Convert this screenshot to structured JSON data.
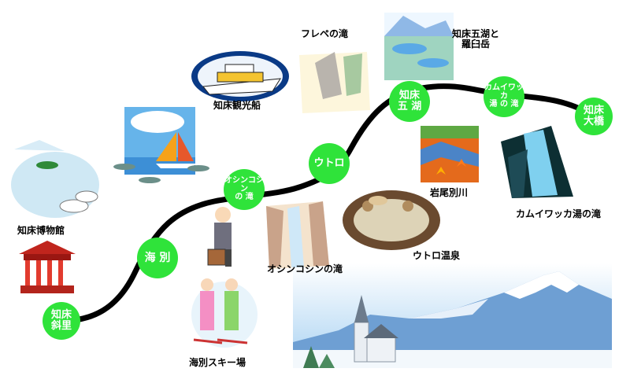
{
  "stops": [
    {
      "id": "shari",
      "lines": [
        "知床",
        "斜里"
      ]
    },
    {
      "id": "kaibetsu",
      "lines": [
        "海 別"
      ]
    },
    {
      "id": "oshinkoshin",
      "lines": [
        "オシンコシン",
        "の 滝"
      ]
    },
    {
      "id": "utoro",
      "lines": [
        "ウトロ"
      ]
    },
    {
      "id": "goko",
      "lines": [
        "知床",
        "五 湖"
      ]
    },
    {
      "id": "kamuiwakka",
      "lines": [
        "カムイワッカ",
        "湯 の 滝"
      ]
    },
    {
      "id": "ohashi",
      "lines": [
        "知床",
        "大橋"
      ]
    }
  ],
  "spots": {
    "museum": "知床博物館",
    "ski": "海別スキー場",
    "cruise": "知床観光船",
    "fureppe": "フレペの滝",
    "goko_rausu": [
      "知床五湖と",
      "羅臼岳"
    ],
    "oshinkoshin_falls": "オシンコシンの滝",
    "utoro_onsen": "ウトロ温泉",
    "iwaobetsu": "岩尾別川",
    "kamuiwakka_falls": "カムイワッカ湯の滝"
  },
  "colors": {
    "stop_fill": "#2fe33a",
    "stop_text": "#ffffff",
    "route": "#000000"
  }
}
